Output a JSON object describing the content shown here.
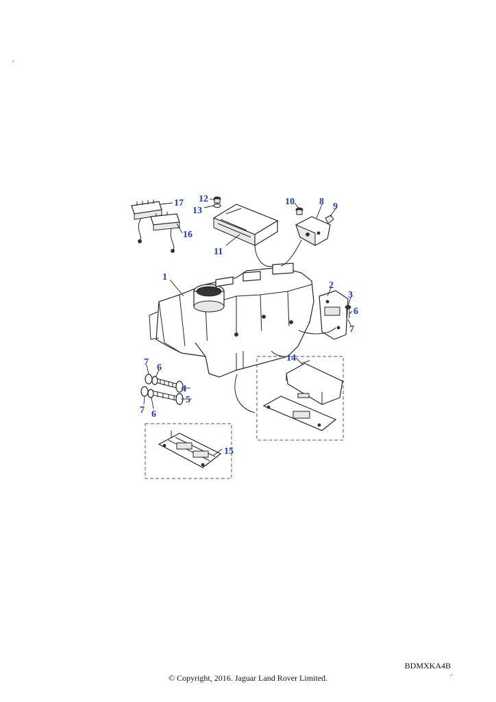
{
  "diagram": {
    "code": "BDMXKA4B",
    "copyright": "© Copyright, 2016. Jaguar Land Rover Limited.",
    "label_color": "#1a3bbf",
    "callouts": [
      {
        "id": "c1",
        "text": "1"
      },
      {
        "id": "c2",
        "text": "2"
      },
      {
        "id": "c3",
        "text": "3"
      },
      {
        "id": "c4",
        "text": "4"
      },
      {
        "id": "c5",
        "text": "5"
      },
      {
        "id": "c6a",
        "text": "6"
      },
      {
        "id": "c6b",
        "text": "6"
      },
      {
        "id": "c6c",
        "text": "6"
      },
      {
        "id": "c7a",
        "text": "7"
      },
      {
        "id": "c7b",
        "text": "7"
      },
      {
        "id": "c7c",
        "text": "7"
      },
      {
        "id": "c8",
        "text": "8"
      },
      {
        "id": "c9",
        "text": "9"
      },
      {
        "id": "c10",
        "text": "10"
      },
      {
        "id": "c11",
        "text": "11"
      },
      {
        "id": "c12",
        "text": "12"
      },
      {
        "id": "c13",
        "text": "13"
      },
      {
        "id": "c14",
        "text": "14"
      },
      {
        "id": "c15",
        "text": "15"
      },
      {
        "id": "c16",
        "text": "16"
      },
      {
        "id": "c17",
        "text": "17"
      }
    ]
  }
}
